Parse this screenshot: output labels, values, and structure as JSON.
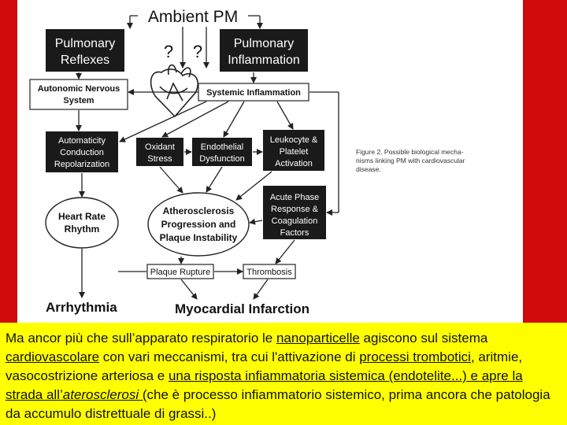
{
  "diagram": {
    "title": "Ambient PM",
    "question_marks": [
      "?",
      "?"
    ],
    "nodes": {
      "pulmonary_reflexes": [
        "Pulmonary",
        "Reflexes"
      ],
      "pulmonary_inflammation": [
        "Pulmonary",
        "Inflammation"
      ],
      "autonomic_nervous_system": [
        "Autonomic Nervous",
        "System"
      ],
      "systemic_inflammation": [
        "Systemic Inflammation"
      ],
      "automaticity": [
        "Automaticity",
        "Conduction",
        "Repolarization"
      ],
      "oxidant_stress": [
        "Oxidant",
        "Stress"
      ],
      "endothelial_dysfunction": [
        "Endothelial",
        "Dysfunction"
      ],
      "leukocyte_activation": [
        "Leukocyte &",
        "Platelet",
        "Activation"
      ],
      "acute_phase": [
        "Acute Phase",
        "Response &",
        "Coagulation",
        "Factors"
      ],
      "heart_rate_rhythm": [
        "Heart Rate",
        "Rhythm"
      ],
      "atherosclerosis": [
        "Atherosclerosis",
        "Progression and",
        "Plaque Instability"
      ],
      "plaque_rupture": [
        "Plaque Rupture"
      ],
      "thrombosis": [
        "Thrombosis"
      ],
      "arrhythmia": [
        "Arrhythmia"
      ],
      "myocardial_infarction": [
        "Myocardial Infarction"
      ]
    },
    "figure_caption": [
      "Figure 2. Possible biological mecha-",
      "nisms linking PM with cardiovascular",
      "disease."
    ]
  },
  "caption": {
    "s1": "Ma ancor più che sull’apparato respiratorio le ",
    "s2": "nanoparticelle",
    "s3": " agiscono sul sistema ",
    "s4": "cardiovascolare",
    "s5": " con vari meccanismi, tra cui l'attivazione di ",
    "s6": "processi trombotici",
    "s7": ", aritmie, vasocostrizione arteriosa e ",
    "s8": "una  risposta infiammatoria sistemica (endotelite...) e apre la strada all’",
    "s9": "aterosclerosi",
    "s10": " (",
    "s11": "che è processo infiammatorio sistemico, prima ancora che patologia da accumulo distrettuale di grassi..)"
  },
  "colors": {
    "frame_red": "#d10b0b",
    "caption_bg": "#ffff00",
    "box_dark": "#1a1a1a"
  }
}
